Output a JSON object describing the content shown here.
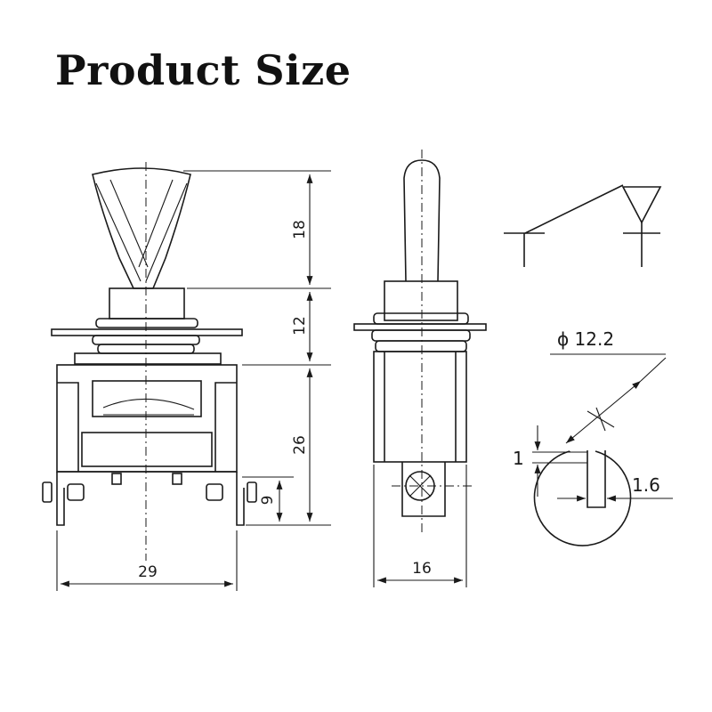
{
  "title": "Product Size",
  "dimensions": {
    "lever_height": "18",
    "bushing_height": "12",
    "body_height": "26",
    "terminal_height": "9",
    "body_width": "29",
    "side_width": "16",
    "panel_hole_diameter": "ϕ 12.2",
    "key_offset": "1",
    "key_width": "1.6"
  }
}
